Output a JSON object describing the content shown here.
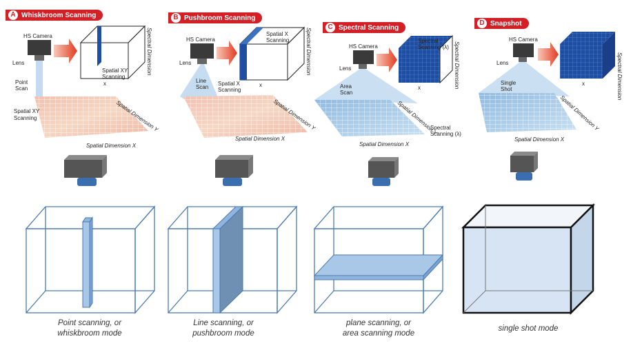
{
  "panels": [
    {
      "letter": "A",
      "title": "Whiskbroom Scanning",
      "camera": "HS Camera",
      "lens": "Lens",
      "scan": [
        "Point",
        "Scan"
      ],
      "cube_labels": [
        "Spatial XY",
        "Scanning"
      ],
      "x": "x",
      "spectral": "Spectral Dimension",
      "spatial_y": "Spatial Dimension Y",
      "spatial_x": "Spatial Dimension X",
      "extra": [
        "Spatial XY",
        "Scanning"
      ]
    },
    {
      "letter": "B",
      "title": "Pushbroom Scanning",
      "camera": "HS Camera",
      "lens": "Lens",
      "scan": [
        "Line",
        "Scan"
      ],
      "cube_labels": [
        "Spatial X",
        "Scanning"
      ],
      "x": "x",
      "spectral": "Spectral Dimension",
      "spatial_y": "Spatial Dimension Y",
      "spatial_x": "Spatial Dimension X",
      "extra": [
        "Spatial X",
        "Scanning"
      ]
    },
    {
      "letter": "C",
      "title": "Spectral Scanning",
      "camera": "HS Camera",
      "lens": "Lens",
      "scan": [
        "Area",
        "Scan"
      ],
      "cube_labels": [
        "Spectral",
        "Scanning (λ)"
      ],
      "x": "x",
      "spectral": "Spectral Dimension",
      "spatial_y": "Spatial Dimension Y",
      "spatial_x": "Spatial Dimension X",
      "extra": [
        "Spectral",
        "Scanning (λ)"
      ]
    },
    {
      "letter": "D",
      "title": "Snapshot",
      "camera": "HS Camera",
      "lens": "Lens",
      "scan": [
        "Single",
        "Shot"
      ],
      "cube_labels": [],
      "x": "x",
      "spectral": "Spectral Dimension",
      "spatial_y": "Spatial Dimension Y",
      "spatial_x": "Spatial Dimension X",
      "extra": []
    }
  ],
  "captions": [
    [
      "Point scanning, or",
      "whiskbroom mode"
    ],
    [
      "Line scanning, or",
      "pushbroom mode"
    ],
    [
      "plane scanning, or",
      "area scanning mode"
    ],
    [
      "single shot mode",
      ""
    ]
  ],
  "colors": {
    "accent": "#d32027",
    "cube_edge": "#4a7ab0",
    "fill": "#a9c7e6",
    "dark": "#1a1a1a"
  }
}
